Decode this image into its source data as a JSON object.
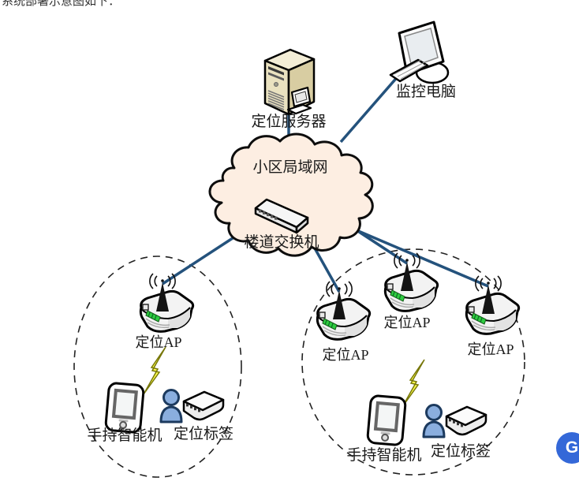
{
  "page": {
    "top_caption": "系统部署示意图如下："
  },
  "diagram": {
    "server": {
      "label": "定位服务器"
    },
    "monitor": {
      "label": "监控电脑"
    },
    "cloud": {
      "title": "小区局域网",
      "switch_label": "楼道交换机"
    },
    "zone_left": {
      "ap_label": "定位AP",
      "phone_label": "手持智能机",
      "tag_label": "定位标签"
    },
    "zone_right": {
      "ap1_label": "定位AP",
      "ap2_label": "定位AP",
      "ap3_label": "定位AP",
      "phone_label": "手持智能机",
      "tag_label": "定位标签"
    },
    "colors": {
      "connection_line": "#24527c",
      "cloud_fill": "#fdeee2",
      "bolt_fill": "#ffff4d",
      "person_fill": "#8aaede",
      "server_front": "#eae2c0",
      "led_green": "#2ecc40"
    }
  },
  "floating_button": {
    "label": "G",
    "bg": "#3468d8"
  }
}
